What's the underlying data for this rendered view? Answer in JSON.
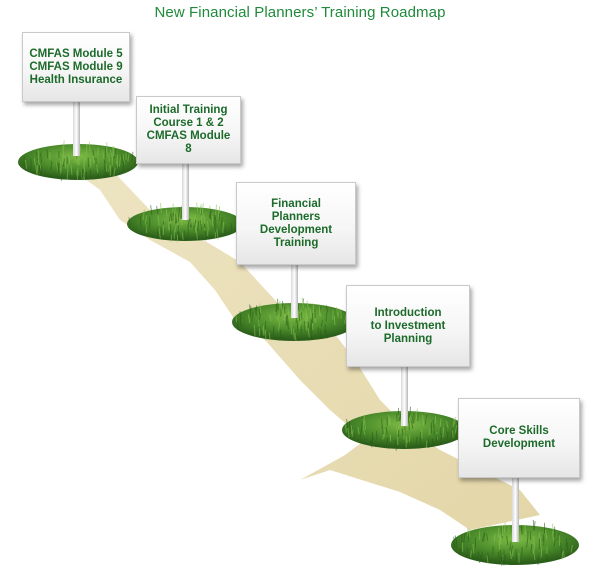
{
  "title": "New Financial Planners’ Training Roadmap",
  "colors": {
    "title": "#1f8a3a",
    "sign_text": "#1c6b2a",
    "path": "#e9dfb9",
    "grass_dark": "#2f6b1d",
    "grass_light": "#6fae3a"
  },
  "signs": [
    {
      "text": "CMFAS Module 5\nCMFAS Module 9\nHealth Insurance"
    },
    {
      "text": "Initial Training\nCourse 1 & 2\nCMFAS Module 8"
    },
    {
      "text": "Financial\nPlanners\nDevelopment\nTraining"
    },
    {
      "text": "Introduction\nto Investment\nPlanning"
    },
    {
      "text": "Core Skills\nDevelopment"
    }
  ]
}
